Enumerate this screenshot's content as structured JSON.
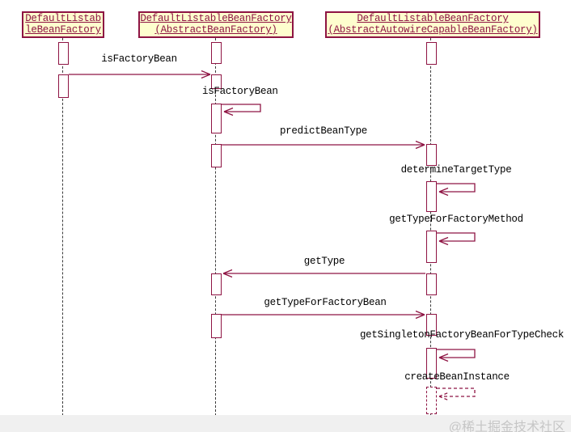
{
  "diagram": {
    "type": "uml-sequence",
    "participants": [
      {
        "id": "DefaultListableBeanFactory",
        "lines": [
          "DefaultListab",
          "leBeanFactory"
        ]
      },
      {
        "id": "DefaultListableBeanFactory (AbstractBeanFactory)",
        "lines": [
          "DefaultListableBeanFactory",
          "(AbstractBeanFactory)"
        ]
      },
      {
        "id": "DefaultListableBeanFactory (AbstractAutowireCapableBeanFactory)",
        "lines": [
          "DefaultListableBeanFactory",
          "(AbstractAutowireCapableBeanFactory)"
        ]
      }
    ],
    "messages": [
      {
        "label": "isFactoryBean",
        "type": "call",
        "from": "p1",
        "to": "p2"
      },
      {
        "label": "isFactoryBean",
        "type": "self",
        "on": "p2"
      },
      {
        "label": "predictBeanType",
        "type": "call",
        "from": "p2",
        "to": "p3"
      },
      {
        "label": "determineTargetType",
        "type": "self",
        "on": "p3"
      },
      {
        "label": "getTypeForFactoryMethod",
        "type": "self",
        "on": "p3"
      },
      {
        "label": "getType",
        "type": "call",
        "from": "p3",
        "to": "p2"
      },
      {
        "label": "getTypeForFactoryBean",
        "type": "call",
        "from": "p2",
        "to": "p3"
      },
      {
        "label": "getSingletonFactoryBeanForTypeCheck",
        "type": "self",
        "on": "p3"
      },
      {
        "label": "createBeanInstance",
        "type": "self",
        "on": "p3",
        "faded": true
      }
    ],
    "colors": {
      "shape_line": "#8E1443",
      "header_fill": "#FEFECE",
      "label_text": "#000000",
      "lifeline": "#3a3a3a",
      "watermark_band": "#f0f0f0",
      "watermark_text": "#c6c6c6"
    }
  },
  "watermark": {
    "text": "@稀土掘金技术社区"
  }
}
